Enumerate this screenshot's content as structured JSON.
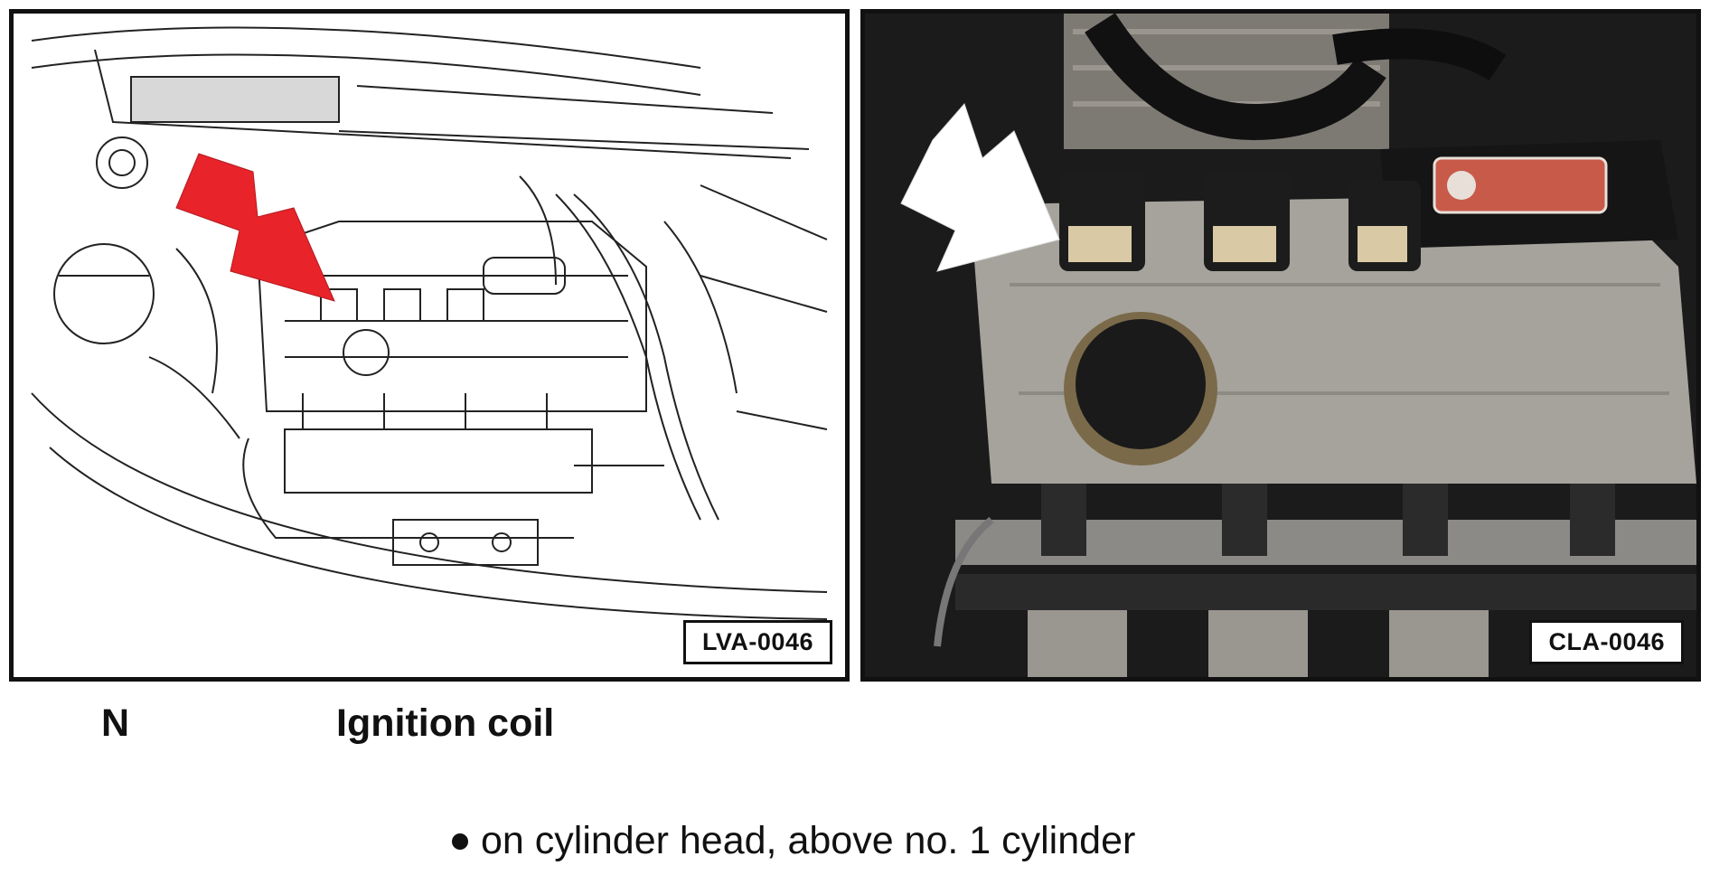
{
  "figure": {
    "left_image": {
      "code": "LVA-0046",
      "arrow_color": "#e8232a"
    },
    "right_image": {
      "code": "CLA-0046",
      "arrow_color": "#ffffff"
    }
  },
  "legend": {
    "key": "N",
    "text": "Ignition coil"
  },
  "note": {
    "text": "on cylinder head, above no. 1 cylinder"
  }
}
